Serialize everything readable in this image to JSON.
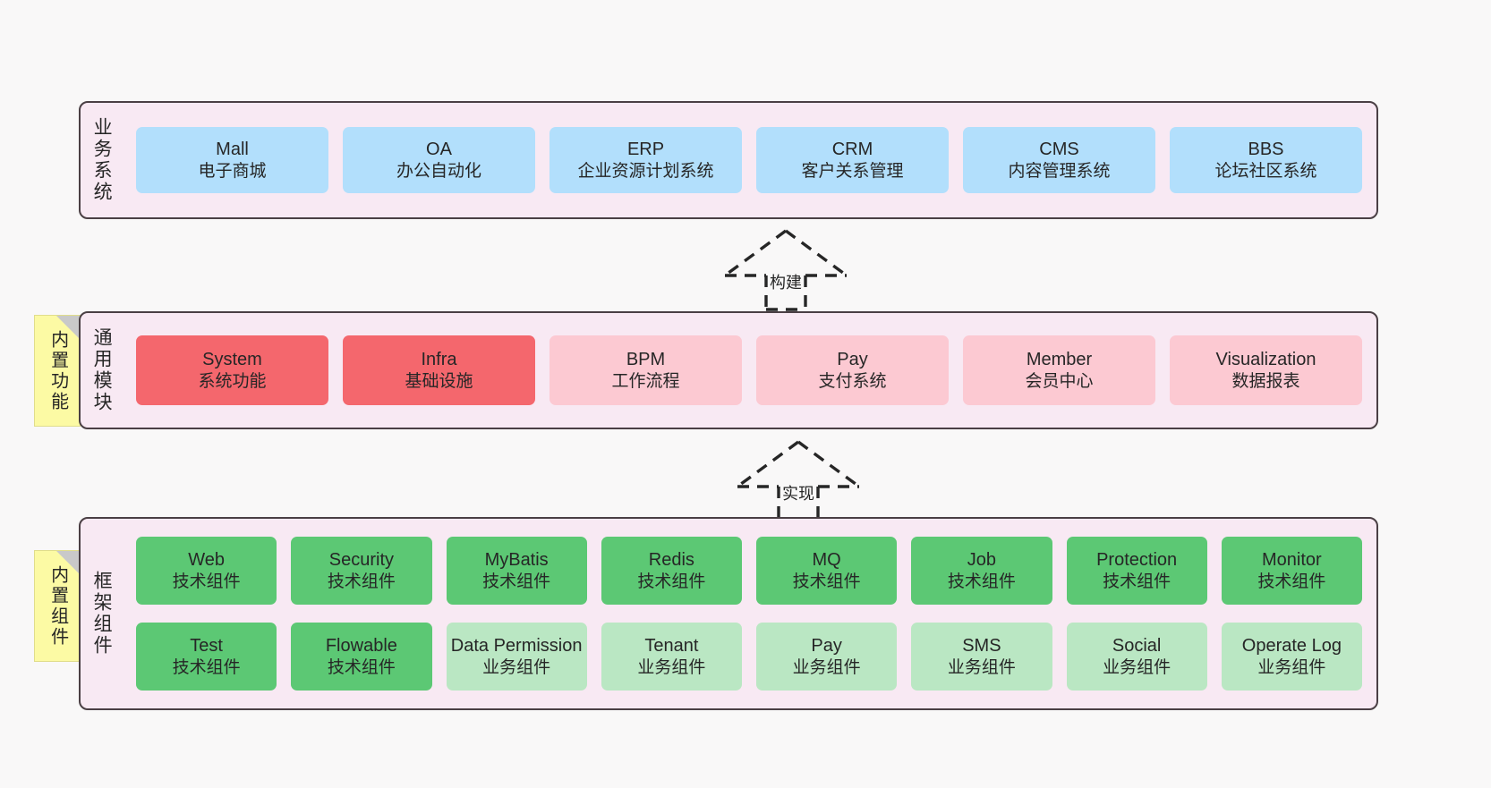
{
  "diagram": {
    "background_color": "#f9f8f8",
    "panel_color": "#f8e9f3",
    "panel_border_color": "#4a3f44",
    "sticky_color": "#fcfaa4"
  },
  "layers": {
    "business": {
      "title": "业务系统",
      "box_color": "#b2dffc",
      "boxes": [
        {
          "name": "Mall",
          "desc": "电子商城"
        },
        {
          "name": "OA",
          "desc": "办公自动化"
        },
        {
          "name": "ERP",
          "desc": "企业资源计划系统"
        },
        {
          "name": "CRM",
          "desc": "客户关系管理"
        },
        {
          "name": "CMS",
          "desc": "内容管理系统"
        },
        {
          "name": "BBS",
          "desc": "论坛社区系统"
        }
      ]
    },
    "modules": {
      "title": "通用模块",
      "sticky": "内置功能",
      "primary_color": "#f4676d",
      "secondary_color": "#fcc9d2",
      "boxes": [
        {
          "name": "System",
          "desc": "系统功能",
          "style": "c-red"
        },
        {
          "name": "Infra",
          "desc": "基础设施",
          "style": "c-red"
        },
        {
          "name": "BPM",
          "desc": "工作流程",
          "style": "c-pink"
        },
        {
          "name": "Pay",
          "desc": "支付系统",
          "style": "c-pink"
        },
        {
          "name": "Member",
          "desc": "会员中心",
          "style": "c-pink"
        },
        {
          "name": "Visualization",
          "desc": "数据报表",
          "style": "c-pink"
        }
      ]
    },
    "framework": {
      "title": "框架组件",
      "sticky": "内置组件",
      "tech_color": "#5cc874",
      "biz_color": "#bae7c3",
      "row1": [
        {
          "name": "Web",
          "desc": "技术组件",
          "style": "c-green"
        },
        {
          "name": "Security",
          "desc": "技术组件",
          "style": "c-green"
        },
        {
          "name": "MyBatis",
          "desc": "技术组件",
          "style": "c-green"
        },
        {
          "name": "Redis",
          "desc": "技术组件",
          "style": "c-green"
        },
        {
          "name": "MQ",
          "desc": "技术组件",
          "style": "c-green"
        },
        {
          "name": "Job",
          "desc": "技术组件",
          "style": "c-green"
        },
        {
          "name": "Protection",
          "desc": "技术组件",
          "style": "c-green"
        },
        {
          "name": "Monitor",
          "desc": "技术组件",
          "style": "c-green"
        }
      ],
      "row2": [
        {
          "name": "Test",
          "desc": "技术组件",
          "style": "c-green"
        },
        {
          "name": "Flowable",
          "desc": "技术组件",
          "style": "c-green"
        },
        {
          "name": "Data Permission",
          "desc": "业务组件",
          "style": "c-lightgreen"
        },
        {
          "name": "Tenant",
          "desc": "业务组件",
          "style": "c-lightgreen"
        },
        {
          "name": "Pay",
          "desc": "业务组件",
          "style": "c-lightgreen"
        },
        {
          "name": "SMS",
          "desc": "业务组件",
          "style": "c-lightgreen"
        },
        {
          "name": "Social",
          "desc": "业务组件",
          "style": "c-lightgreen"
        },
        {
          "name": "Operate Log",
          "desc": "业务组件",
          "style": "c-lightgreen"
        }
      ]
    }
  },
  "connectors": [
    {
      "label": "构建"
    },
    {
      "label": "实现"
    }
  ]
}
